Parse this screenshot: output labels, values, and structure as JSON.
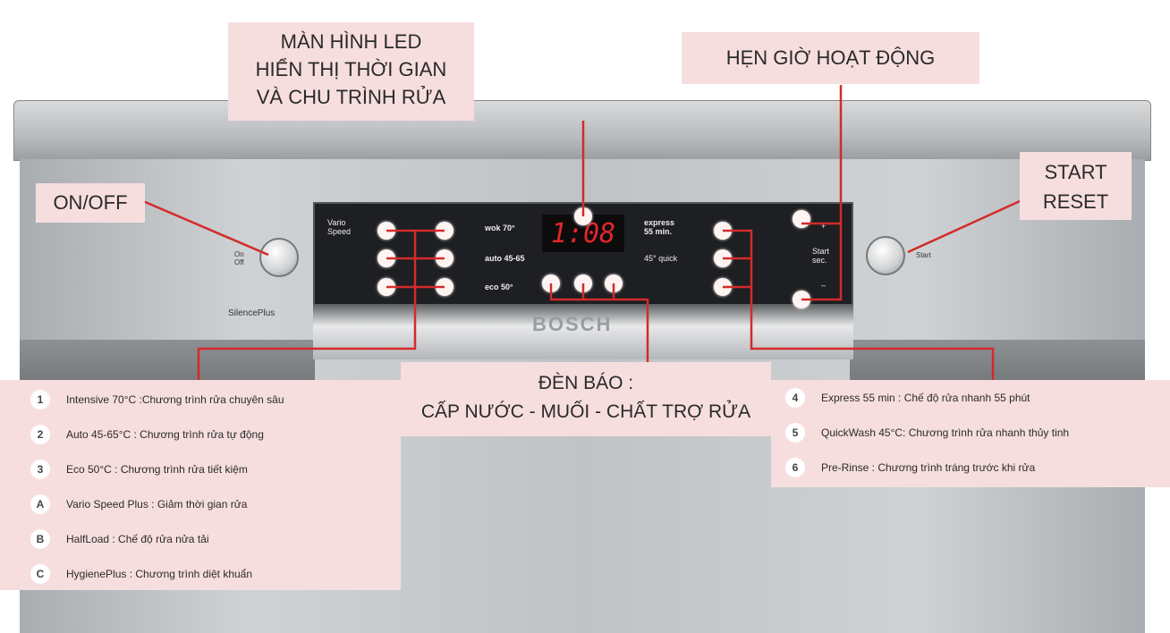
{
  "callouts": {
    "led_display": [
      "MÀN HÌNH LED",
      "HIỂN THỊ THỜI GIAN",
      "VÀ CHU TRÌNH RỬA"
    ],
    "timer": "HẸN GIỜ HOẠT ĐỘNG",
    "on_off": "ON/OFF",
    "start_reset": [
      "START",
      "RESET"
    ],
    "indicators": [
      "ĐÈN BÁO :",
      "CẤP NƯỚC - MUỐI - CHẤT TRỢ RỬA"
    ]
  },
  "appliance": {
    "brand": "BOSCH",
    "led_value": "1:08",
    "onoff_label": "On Off",
    "silence_label": "SilencePlus",
    "start_label": "Start",
    "panel_labels": {
      "vario": "Vario Speed",
      "wok": "wok 70°",
      "auto": "auto 45-65",
      "eco": "eco 50°",
      "express": "express 55 min.",
      "quick": "45° quick",
      "start_sec": "Start sec.",
      "plus": "+",
      "minus": "–"
    }
  },
  "left_list": [
    {
      "key": "1",
      "text": "Intensive 70°C :Chương trình rửa chuyên sâu"
    },
    {
      "key": "2",
      "text": "Auto 45-65°C : Chương trình rửa tự động"
    },
    {
      "key": "3",
      "text": "Eco 50°C : Chương trình rửa tiết kiệm"
    },
    {
      "key": "A",
      "text": "Vario Speed Plus : Giảm thời gian rửa"
    },
    {
      "key": "B",
      "text": "HalfLoad : Chế độ rửa nửa tải"
    },
    {
      "key": "C",
      "text": "HygienePlus : Chương trình diệt khuẩn"
    }
  ],
  "right_list": [
    {
      "key": "4",
      "text": "Express 55 min : Chế độ rửa nhanh 55 phút"
    },
    {
      "key": "5",
      "text": "QuickWash 45°C: Chương trình rửa nhanh thủy tinh"
    },
    {
      "key": "6",
      "text": "Pre-Rinse : Chương trình tráng trước khi rửa"
    }
  ],
  "colors": {
    "accent": "#d42a2a",
    "callout_bg": "#f7dede",
    "panel": "#1d1f22"
  }
}
